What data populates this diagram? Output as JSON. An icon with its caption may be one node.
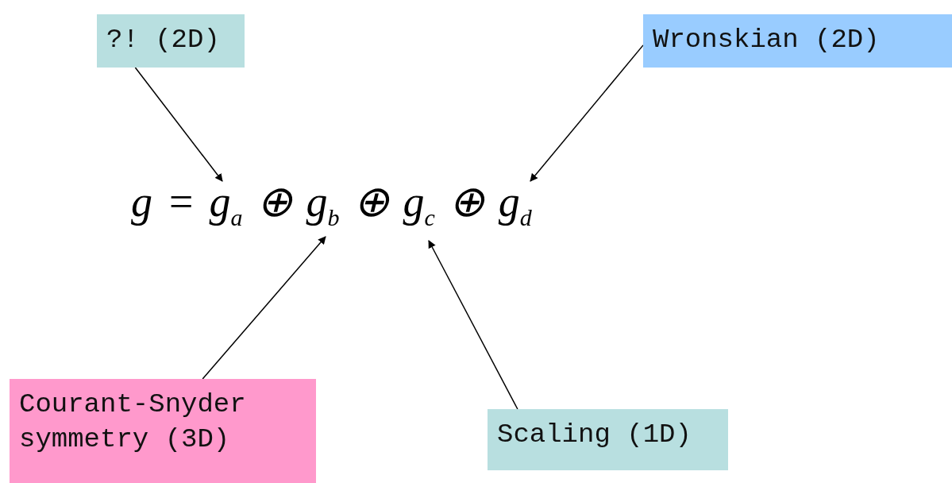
{
  "diagram": {
    "nodes": [
      {
        "text": [
          "?! (2D)"
        ]
      },
      {
        "text": [
          "Wronskian (2D)"
        ]
      },
      {
        "text": [
          "Courant-Snyder symmetry (3D)"
        ]
      },
      {
        "text": [
          "Scaling (1D)"
        ]
      },
      {
        "text": [
          "g = g$_{a}$ ⊕ g$_{b}$ ⊕ g$_{c}$ ⊕ g$_{d}$"
        ]
      }
    ],
    "edges": [
      {
        "from": 0,
        "to": 4,
        "arrow": "to"
      },
      {
        "from": 1,
        "to": 4,
        "arrow": "to"
      },
      {
        "from": 2,
        "to": 4,
        "arrow": "to"
      },
      {
        "from": 3,
        "to": 4,
        "arrow": "to"
      }
    ]
  }
}
